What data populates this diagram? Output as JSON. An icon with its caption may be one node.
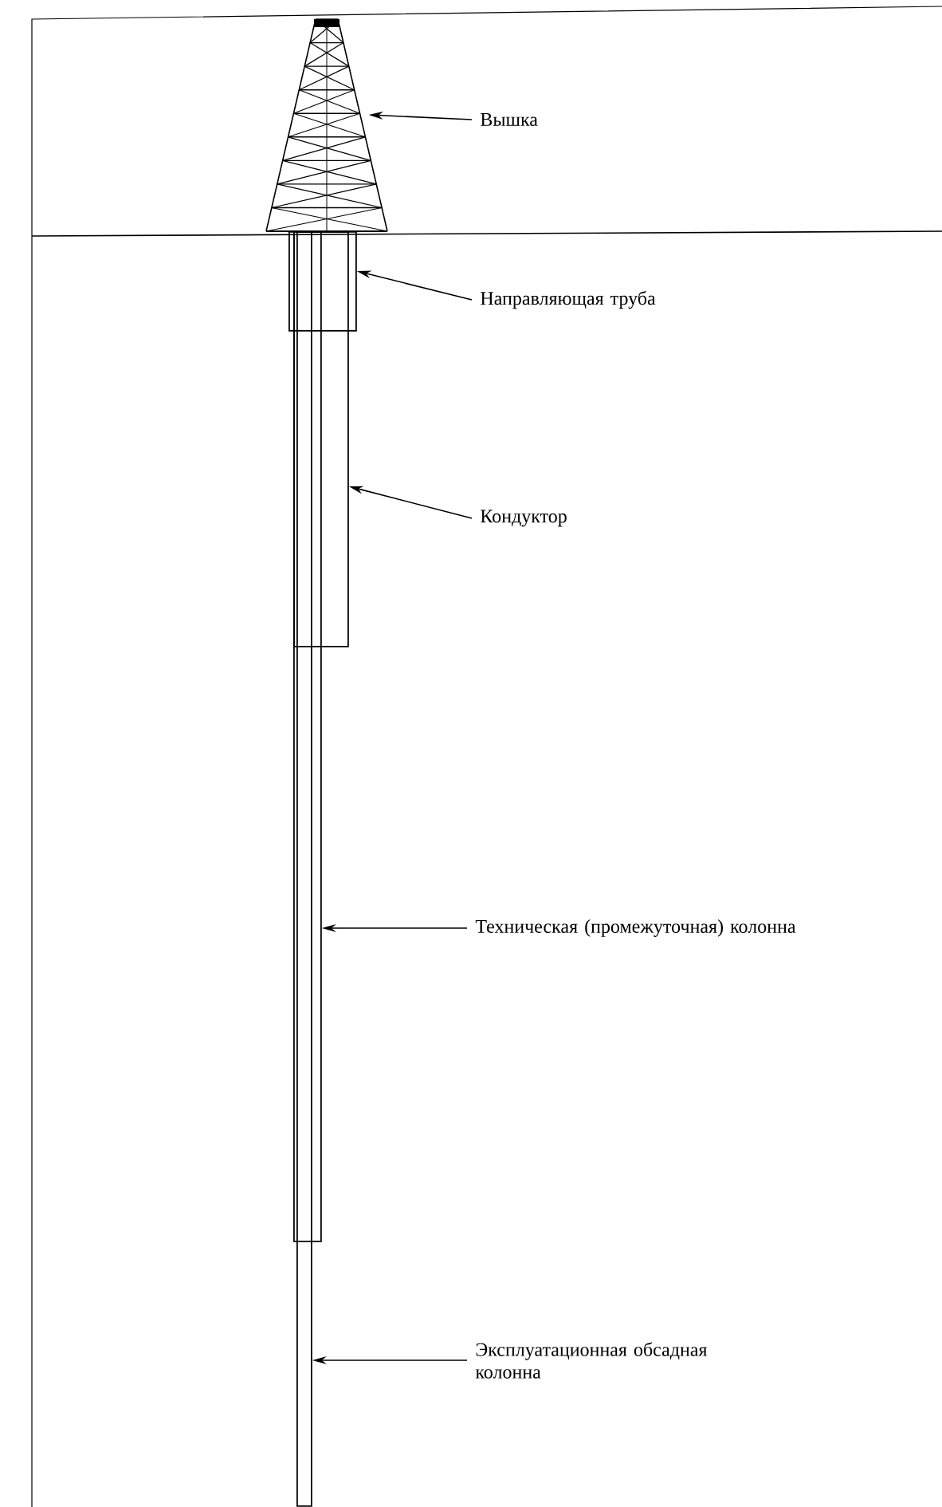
{
  "diagram": {
    "nodes": [
      {
        "text": [],
        "shape": "tower"
      },
      {
        "text": [
          "Вышка"
        ]
      },
      {
        "text": [],
        "shape": "pipe"
      },
      {
        "text": [
          "Направляющая труба"
        ]
      },
      {
        "text": [],
        "shape": "pipe"
      },
      {
        "text": [
          "Кондуктор"
        ]
      },
      {
        "text": [],
        "shape": "pipe"
      },
      {
        "text": [
          "Техническая (промежуточная) колонна"
        ]
      },
      {
        "text": [],
        "shape": "pipe"
      },
      {
        "text": [
          "Эксплуатационная обсадная колонна"
        ]
      }
    ],
    "edges": [
      {
        "from": 1,
        "to": 0,
        "arrow": "to"
      },
      {
        "from": 3,
        "to": 2,
        "arrow": "to"
      },
      {
        "from": 5,
        "to": 4,
        "arrow": "to"
      },
      {
        "from": 7,
        "to": 6,
        "arrow": "to"
      },
      {
        "from": 9,
        "to": 8,
        "arrow": "to"
      }
    ]
  }
}
